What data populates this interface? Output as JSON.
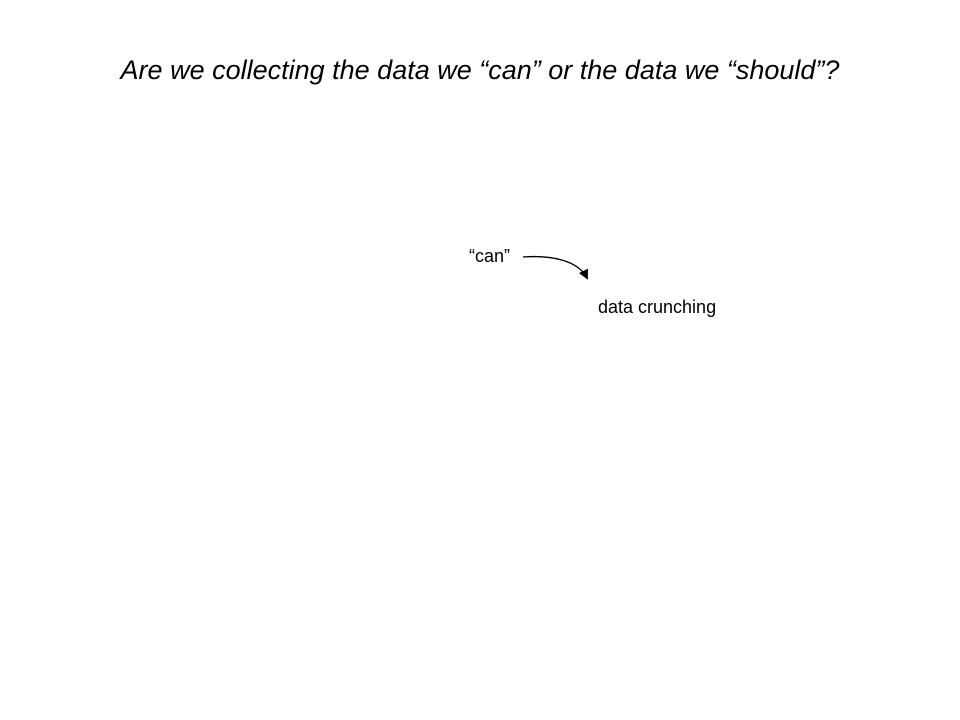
{
  "slide": {
    "title": "Are we collecting the data we “can” or the data we “should”?"
  },
  "diagram": {
    "source_label": "“can”",
    "target_label": "data crunching"
  }
}
